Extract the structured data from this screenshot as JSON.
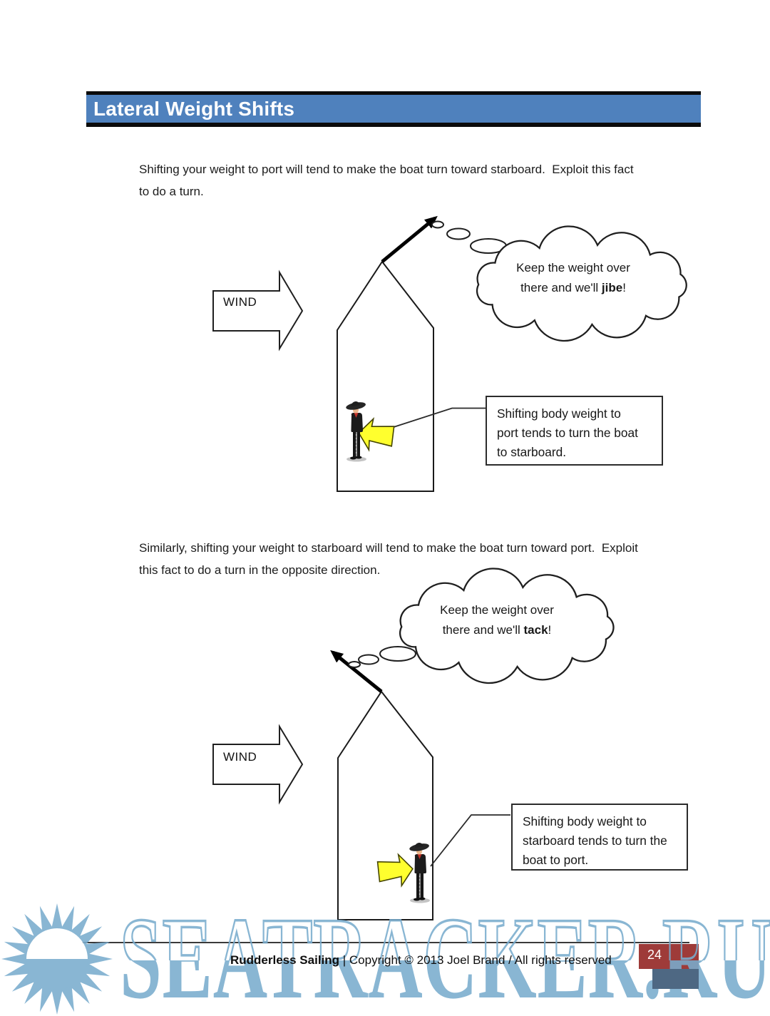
{
  "header": {
    "title": "Lateral Weight Shifts"
  },
  "paragraphs": {
    "p1_line1": "Shifting your weight to port will tend to make the boat turn toward starboard.  Exploit this fact",
    "p1_line2": "to do a turn.",
    "p2_line1": "Similarly, shifting your weight to starboard will tend to make the boat turn toward port.  Exploit",
    "p2_line2": "this fact to do a turn in the opposite direction."
  },
  "diagram1": {
    "wind_label": "WIND",
    "thought": {
      "line1": "Keep the weight over",
      "line2_pre": "there and we'll ",
      "line2_bold": "jibe",
      "line2_post": "!"
    },
    "callout": {
      "lines": [
        "Shifting body weight to",
        "port tends to turn the boat",
        "to starboard."
      ]
    }
  },
  "diagram2": {
    "wind_label": "WIND",
    "thought": {
      "line1": "Keep the weight over",
      "line2_pre": "there and we'll ",
      "line2_bold": "tack",
      "line2_post": "!"
    },
    "callout": {
      "lines": [
        "Shifting body weight to",
        "starboard tends to turn the",
        "boat to port."
      ]
    }
  },
  "footer": {
    "book_title": "Rudderless Sailing",
    "rest": " | Copyright © 2013 Joel Brand / All rights reserved",
    "page_number": "24"
  },
  "watermark": {
    "text": "SEATRACKER.RU"
  },
  "colors": {
    "header_blue": "#4F81BD",
    "arrow_yellow": "#FFFF2E",
    "page_box_red": "#9E3B39",
    "footer_slate": "#4E6883",
    "watermark_blue": "#79ACCE"
  }
}
